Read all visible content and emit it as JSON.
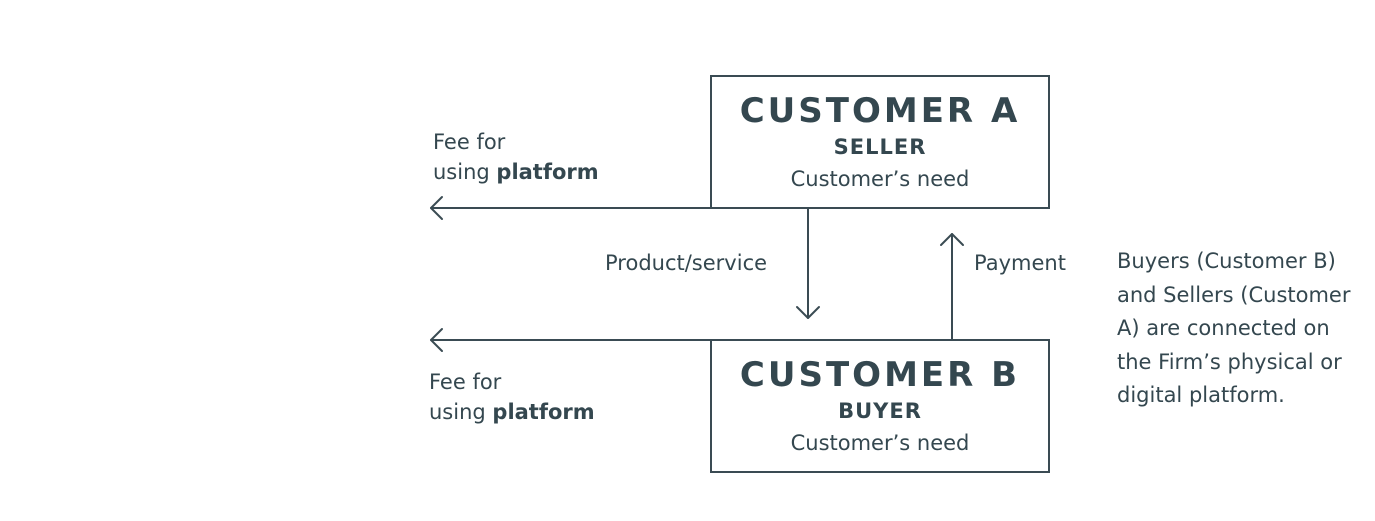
{
  "customer_a": {
    "title": "CUSTOMER A",
    "role": "SELLER",
    "need": "Customer’s need"
  },
  "customer_b": {
    "title": "CUSTOMER B",
    "role": "BUYER",
    "need": "Customer’s need"
  },
  "fee_a": {
    "line1": "Fee for",
    "prefix": "using ",
    "emphasis": "platform"
  },
  "fee_b": {
    "line1": "Fee for",
    "prefix": "using ",
    "emphasis": "platform"
  },
  "product_label": "Product/service",
  "payment_label": "Payment",
  "note": "Buyers (Customer B) and Sellers (Customer A) are connected on the Firm’s physical or digital platform.",
  "colors": {
    "text": "#34474f",
    "line": "#3a4b53"
  }
}
